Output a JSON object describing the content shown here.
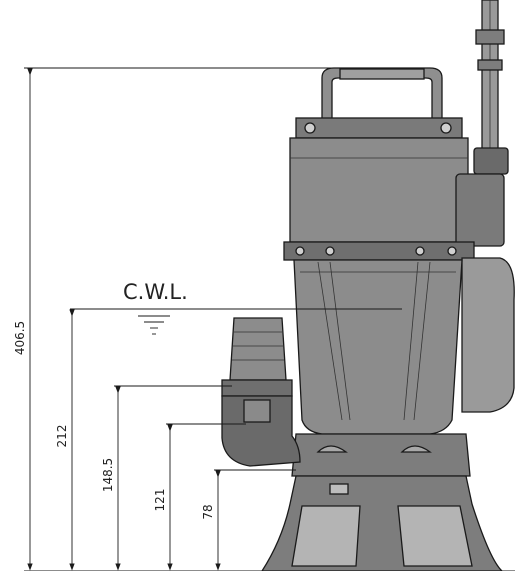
{
  "dimensions": {
    "overall_height": "406.5",
    "cwl_height": "212",
    "discharge_height": "148.5",
    "outlet_height": "121",
    "base_height": "78"
  },
  "labels": {
    "cwl": "C.W.L."
  },
  "colors": {
    "body": "#8c8c8c",
    "body_dark": "#5f5f5f",
    "base": "#7d7d7d",
    "float": "#9a9a9a",
    "line": "#1a1a1a"
  }
}
